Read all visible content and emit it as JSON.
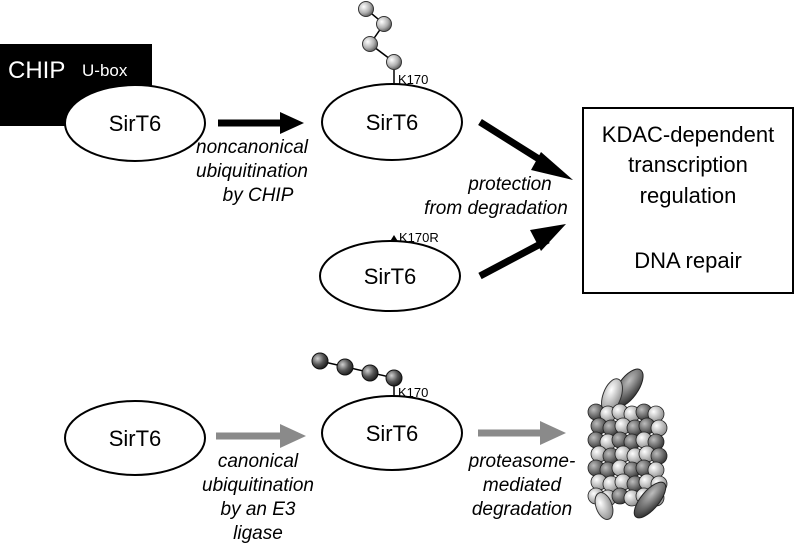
{
  "chip": {
    "label": "CHIP",
    "domain": "U-box"
  },
  "protein": "SirT6",
  "sites": {
    "k170": "K170",
    "k170r": "K170R"
  },
  "labels": {
    "noncanonical": [
      "noncanonical",
      "ubiquitination",
      "by CHIP"
    ],
    "protection": [
      "protection",
      "from degradation"
    ],
    "canonical": [
      "canonical",
      "ubiquitination",
      "by an E3",
      "ligase"
    ],
    "proteasome": [
      "proteasome-",
      "mediated",
      "degradation"
    ]
  },
  "outcome_box": [
    "KDAC-dependent",
    "transcription",
    "regulation",
    "DNA repair"
  ],
  "colors": {
    "black_arrow": "#000000",
    "gray_arrow": "#8a8a8a"
  }
}
